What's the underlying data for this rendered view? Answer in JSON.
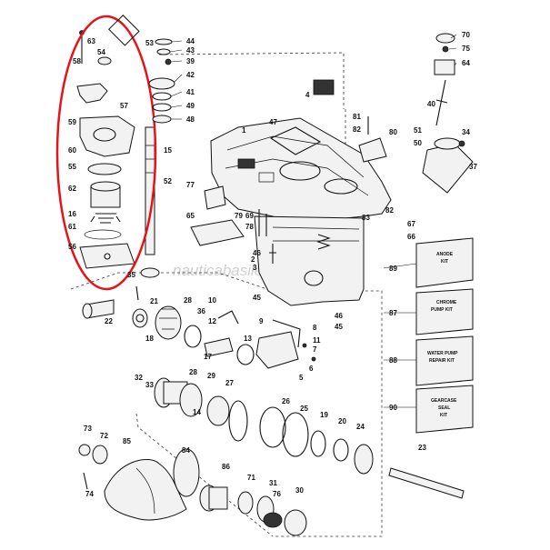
{
  "watermark": "nauticabasile.it",
  "highlight_color": "#e5141b",
  "callouts": [
    "70",
    "75",
    "64",
    "40",
    "51",
    "34",
    "50",
    "37",
    "4",
    "47",
    "1",
    "81",
    "82",
    "80",
    "44",
    "43",
    "39",
    "42",
    "41",
    "49",
    "48",
    "53",
    "54",
    "58",
    "63",
    "57",
    "59",
    "60",
    "55",
    "62",
    "16",
    "61",
    "56",
    "15",
    "52",
    "77",
    "65",
    "79",
    "69",
    "78",
    "2",
    "83",
    "82",
    "67",
    "66",
    "46",
    "3",
    "45",
    "89",
    "87",
    "88",
    "90",
    "35",
    "28",
    "21",
    "10",
    "12",
    "36",
    "17",
    "13",
    "9",
    "8",
    "11",
    "7",
    "6",
    "5",
    "46",
    "45",
    "22",
    "18",
    "32",
    "33",
    "28",
    "29",
    "27",
    "14",
    "26",
    "25",
    "19",
    "20",
    "24",
    "23",
    "73",
    "72",
    "74",
    "85",
    "84",
    "86",
    "71",
    "31",
    "76",
    "30"
  ],
  "kits": [
    {
      "line1": "ANODE",
      "line2": "KIT"
    },
    {
      "line1": "CHROME",
      "line2": "PUMP KIT"
    },
    {
      "line1": "WATER PUMP",
      "line2": "REPAIR KIT"
    },
    {
      "line1": "GEARCASE",
      "line2": "SEAL",
      "line3": "KIT"
    }
  ]
}
